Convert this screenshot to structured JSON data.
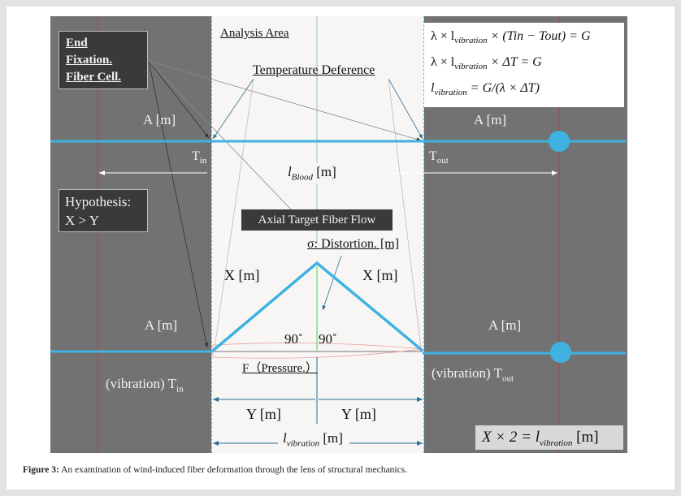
{
  "labels": {
    "end_fixation": [
      "End",
      "Fixation.",
      "Fiber Cell."
    ],
    "analysis_area": "Analysis Area",
    "temperature_difference": "Temperature Deference",
    "a_left_top": "A [m]",
    "a_right_top": "A [m]",
    "a_left_bottom": "A [m]",
    "a_right_bottom": "A [m]",
    "t_in": "T",
    "t_in_sub": "in",
    "t_out": "T",
    "t_out_sub": "out",
    "l_blood": "l",
    "l_blood_sub": "Blood",
    "l_blood_unit": " [m]",
    "hypothesis": [
      "Hypothesis:",
      "X > Y"
    ],
    "axial_flow": "Axial Target Fiber Flow",
    "distortion": "σ: Distortion. [m]",
    "x_left": "X [m]",
    "x_right": "X [m]",
    "angle_left": "90˚",
    "angle_right": "90˚",
    "pressure": "F（Pressure.）",
    "vib_t_in": "(vibration) T",
    "vib_t_in_sub": "in",
    "vib_t_out": "(vibration)  T",
    "vib_t_out_sub": "out",
    "y_left": "Y [m]",
    "y_right": "Y [m]",
    "l_vibration": "l",
    "l_vibration_sub": "vibration",
    "l_vibration_unit": " [m]",
    "x_times_2": "X × 2 = l",
    "x_times_2_sub": "vibration",
    "x_times_2_unit": " [m]"
  },
  "formulas": {
    "f1_a": "λ × l",
    "f1_sub": "vibration",
    "f1_b": " × (Tin − Tout) = G",
    "f2_a": "λ × l",
    "f2_sub": "vibration",
    "f2_b": " × ΔT = G",
    "f3_a": "l",
    "f3_sub": "vibration",
    "f3_b": " = G/(λ × ΔT)"
  },
  "caption": {
    "label": "Figure 3:",
    "text": " An examination of wind-induced fiber deformation through the lens of structural mechanics."
  },
  "colors": {
    "fiber": "#3fb2e2",
    "dark": "#727272",
    "light": "#f7f6f4",
    "red": "#b04040"
  }
}
